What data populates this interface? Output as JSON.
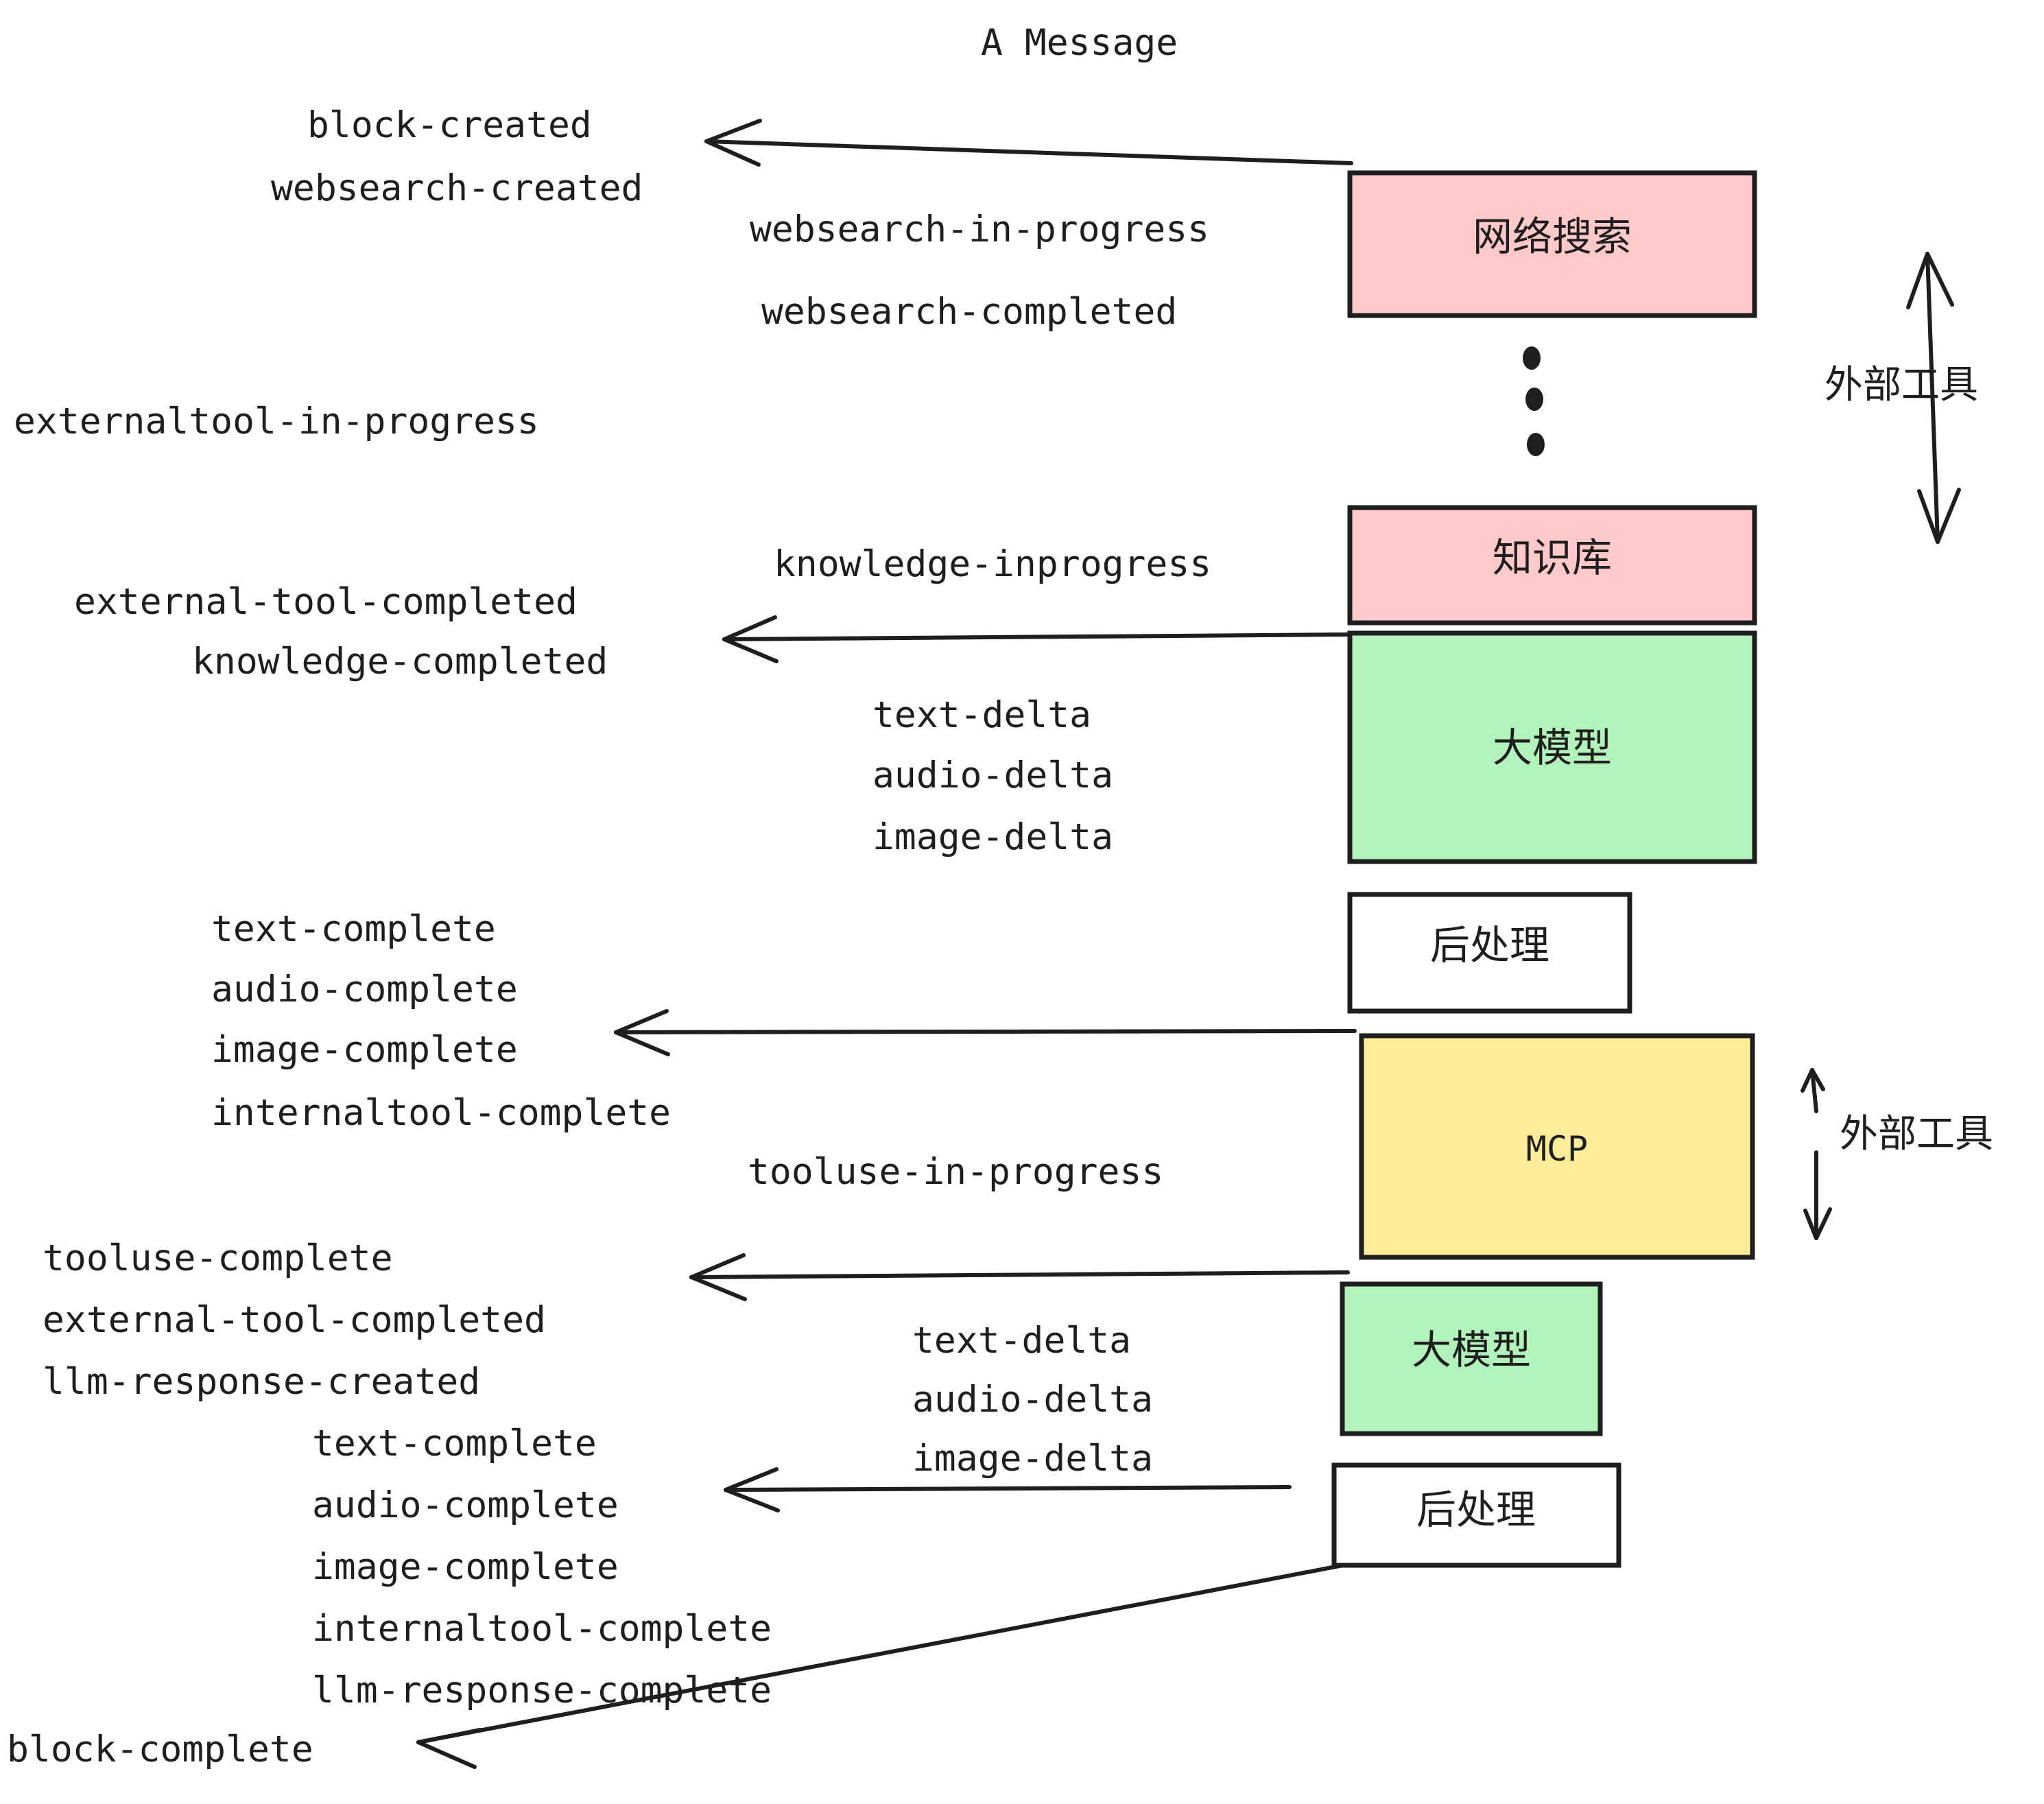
{
  "title": "A Message",
  "colors": {
    "pink": "#FFC9C9",
    "green": "#B2F2BB",
    "yellow": "#FFEC99",
    "white": "#FFFFFF",
    "stroke": "#1E1E1E"
  },
  "boxes": [
    {
      "id": "websearch",
      "label": "网络搜索",
      "fill": "#FFC9C9"
    },
    {
      "id": "knowledge",
      "label": "知识库",
      "fill": "#FFC9C9"
    },
    {
      "id": "llm-top",
      "label": "大模型",
      "fill": "#B2F2BB"
    },
    {
      "id": "postprocess-top",
      "label": "后处理",
      "fill": "#FFFFFF"
    },
    {
      "id": "mcp",
      "label": "MCP",
      "fill": "#FFEC99"
    },
    {
      "id": "llm-bottom",
      "label": "大模型",
      "fill": "#B2F2BB"
    },
    {
      "id": "postprocess-bottom",
      "label": "后处理",
      "fill": "#FFFFFF"
    }
  ],
  "side_annotations": [
    {
      "id": "external-tool-top",
      "label": "外部工具"
    },
    {
      "id": "external-tool-bottom",
      "label": "外部工具"
    }
  ],
  "events": {
    "block_created": "block-created",
    "websearch_created": "websearch-created",
    "websearch_in_progress": "websearch-in-progress",
    "websearch_completed": "websearch-completed",
    "externaltool_in_progress": "externaltool-in-progress",
    "knowledge_inprogress": "knowledge-inprogress",
    "external_tool_completed_1": "external-tool-completed",
    "knowledge_completed": "knowledge-completed",
    "text_delta_1": "text-delta",
    "audio_delta_1": "audio-delta",
    "image_delta_1": "image-delta",
    "text_complete_1": "text-complete",
    "audio_complete_1": "audio-complete",
    "image_complete_1": "image-complete",
    "internaltool_complete_1": "internaltool-complete",
    "tooluse_in_progress": "tooluse-in-progress",
    "tooluse_complete": "tooluse-complete",
    "external_tool_completed_2": "external-tool-completed",
    "llm_response_created": "llm-response-created",
    "text_delta_2": "text-delta",
    "audio_delta_2": "audio-delta",
    "image_delta_2": "image-delta",
    "text_complete_2": "text-complete",
    "audio_complete_2": "audio-complete",
    "image_complete_2": "image-complete",
    "internaltool_complete_2": "internaltool-complete",
    "llm_response_complete": "llm-response-complete",
    "block_complete": "block-complete"
  },
  "ellipsis": "⋮"
}
